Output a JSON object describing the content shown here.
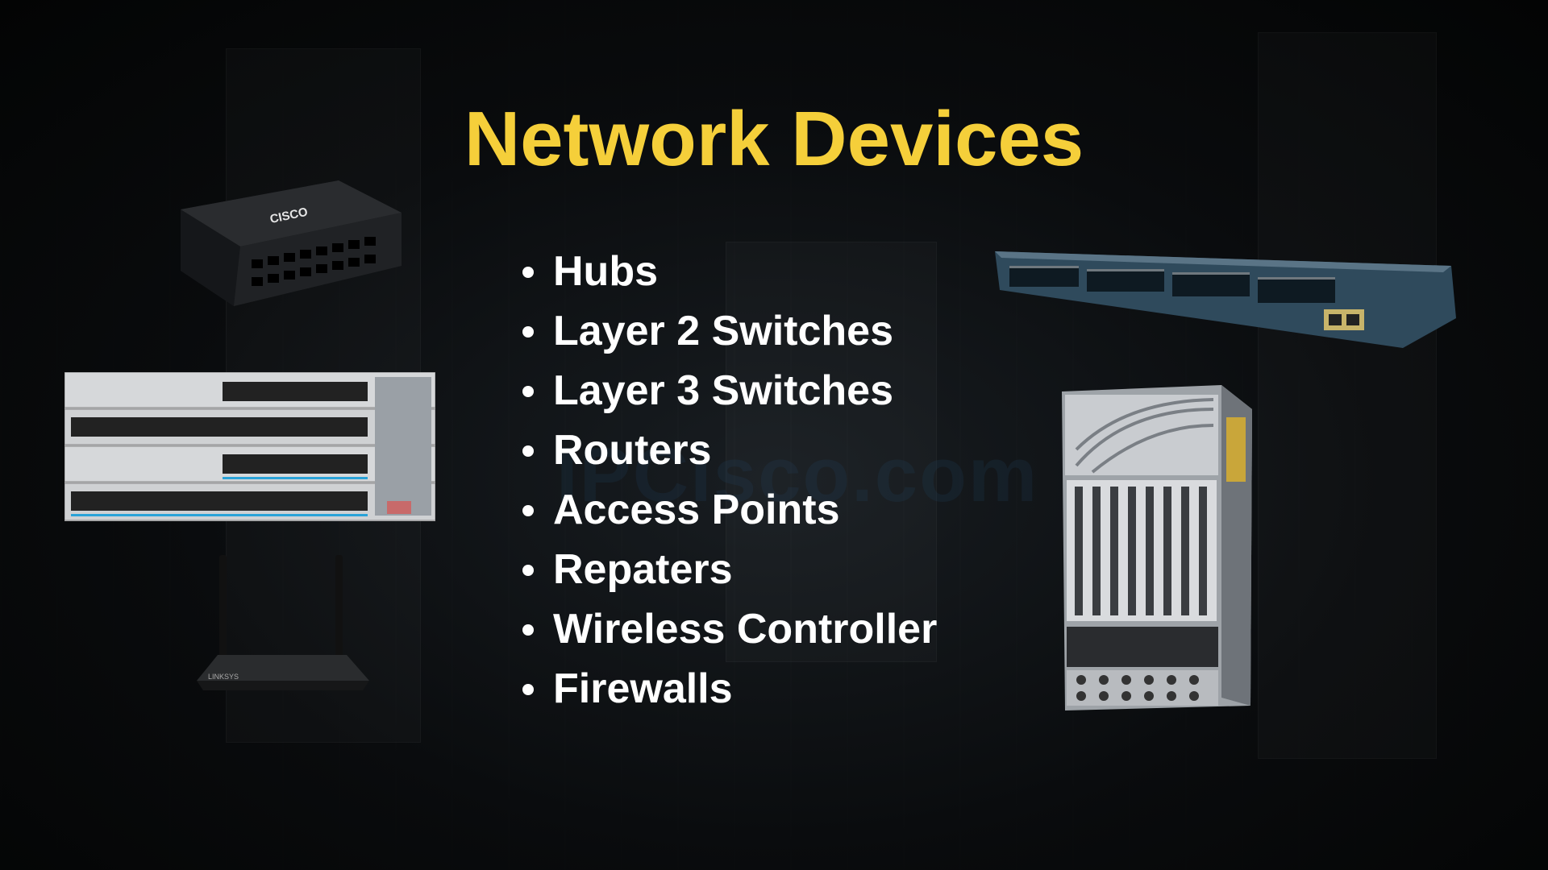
{
  "slide": {
    "title": "Network Devices",
    "items": [
      "Hubs",
      "Layer 2 Switches",
      "Layer 3 Switches",
      "Routers",
      "Access Points",
      "Repaters",
      "Wireless Controller",
      "Firewalls"
    ],
    "watermark": "IPCisco.com"
  },
  "devices": {
    "hub_brand": "CISCO",
    "router_brand": "LINKSYS"
  },
  "colors": {
    "title": "#f5cf3a",
    "text": "#ffffff",
    "background": "#050607"
  }
}
